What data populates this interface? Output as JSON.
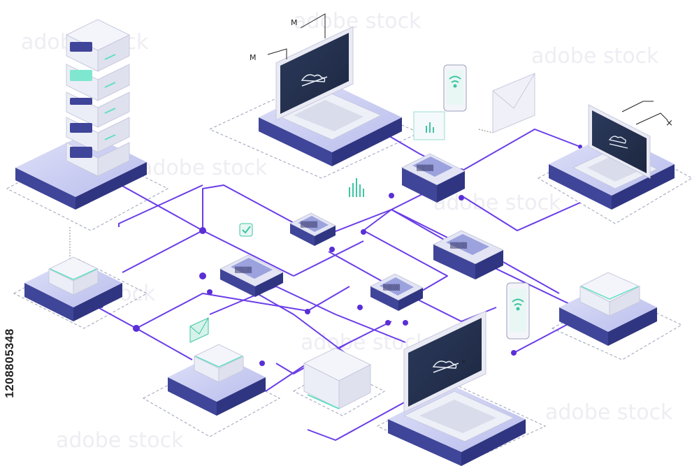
{
  "stock_id": "1208805348",
  "watermark": "adobe stock",
  "marks": {
    "top_laptop_m1": "M",
    "top_laptop_m2": "M",
    "right_laptop_x": "×",
    "bottom_laptop_code": "≡"
  },
  "chip_labels": {
    "chip_a": "▒▒▒▒▒",
    "chip_b": "▒▒▒▒▒",
    "chip_c": "▒▒▒▒▒",
    "chip_d": "▒▒▒▒▒",
    "chip_e": "▒▒▒▒▒"
  },
  "colors": {
    "line": "#6a3de8",
    "platform_top": "#c9cdf1",
    "platform_side": "#3f4598",
    "platform_front": "#2f3580",
    "screen": "#253250",
    "accent": "#5fe0c2",
    "node": "#5a2fd6"
  },
  "icons": [
    "server-rack-icon",
    "laptop-icon",
    "smartphone-icon",
    "envelope-icon",
    "chip-icon",
    "wifi-icon",
    "check-icon",
    "bar-chart-icon",
    "cloud-icon",
    "open-box-icon"
  ]
}
